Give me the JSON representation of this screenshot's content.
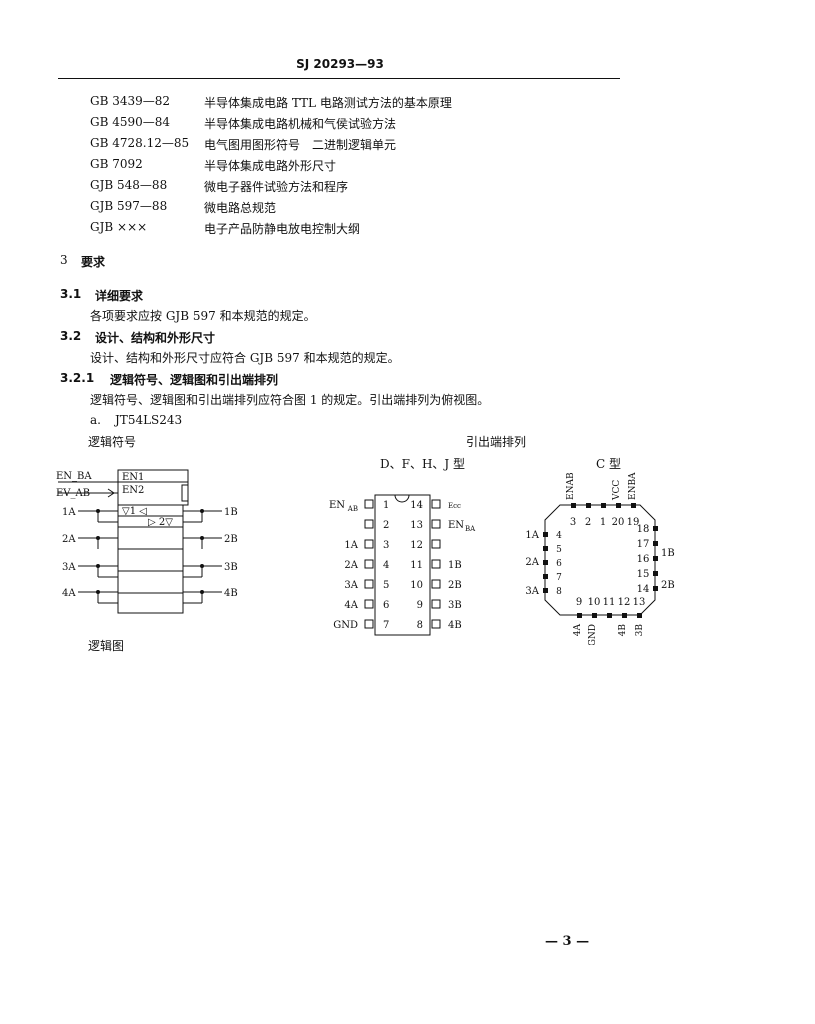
{
  "header": {
    "doc_number": "SJ 20293—93"
  },
  "references": [
    {
      "code": "GB 3439—82",
      "title": "半导体集成电路 TTL 电路测试方法的基本原理"
    },
    {
      "code": "GB 4590—84",
      "title": "半导体集成电路机械和气侯试验方法"
    },
    {
      "code": "GB 4728.12—85",
      "title": "电气图用图形符号　二进制逻辑单元"
    },
    {
      "code": "GB 7092",
      "title": "半导体集成电路外形尺寸"
    },
    {
      "code": "GJB 548—88",
      "title": "微电子器件试验方法和程序"
    },
    {
      "code": "GJB 597—88",
      "title": "微电路总规范"
    },
    {
      "code": "GJB ×××",
      "title": "电子产品防静电放电控制大纲"
    }
  ],
  "sections": {
    "s3": {
      "num": "3",
      "title": "要求"
    },
    "s31": {
      "num": "3.1",
      "title": "详细要求",
      "body": "各项要求应按 GJB 597 和本规范的规定。"
    },
    "s32": {
      "num": "3.2",
      "title": "设计、结构和外形尺寸",
      "body": "设计、结构和外形尺寸应符合 GJB 597 和本规范的规定。"
    },
    "s321": {
      "num": "3.2.1",
      "title": "逻辑符号、逻辑图和引出端排列",
      "body": "逻辑符号、逻辑图和引出端排列应符合图 1 的规定。引出端排列为俯视图。"
    },
    "item_a": {
      "label": "a.",
      "part": "JT54LS243"
    }
  },
  "figure": {
    "logic_symbol_label": "逻辑符号",
    "logic_diagram_label": "逻辑图",
    "pinout_title": "引出端排列",
    "dip_type_label": "D、F、H、J 型",
    "lcc_type_label": "C 型",
    "logic_symbol": {
      "inputs": [
        "EN_BA",
        "EV_AB"
      ],
      "boxes": [
        "EN1",
        "EN2",
        "▽1 ◁",
        "▷ 2▽"
      ],
      "a_pins": [
        "1A",
        "2A",
        "3A",
        "4A"
      ],
      "b_pins": [
        "1B",
        "2B",
        "3B",
        "4B"
      ]
    },
    "dip_left": [
      {
        "pin": "1",
        "name": "EN",
        "sub": "AB"
      },
      {
        "pin": "2",
        "name": "",
        "sub": ""
      },
      {
        "pin": "3",
        "name": "1A",
        "sub": ""
      },
      {
        "pin": "4",
        "name": "2A",
        "sub": ""
      },
      {
        "pin": "5",
        "name": "3A",
        "sub": ""
      },
      {
        "pin": "6",
        "name": "4A",
        "sub": ""
      },
      {
        "pin": "7",
        "name": "GND",
        "sub": ""
      }
    ],
    "dip_right": [
      {
        "pin": "14",
        "name": "Ecc",
        "sub": ""
      },
      {
        "pin": "13",
        "name": "EN",
        "sub": "BA"
      },
      {
        "pin": "12",
        "name": "",
        "sub": ""
      },
      {
        "pin": "11",
        "name": "1B",
        "sub": ""
      },
      {
        "pin": "10",
        "name": "2B",
        "sub": ""
      },
      {
        "pin": "9",
        "name": "3B",
        "sub": ""
      },
      {
        "pin": "8",
        "name": "4B",
        "sub": ""
      }
    ],
    "lcc": {
      "top_pins": [
        "3",
        "2",
        "1",
        "20",
        "19"
      ],
      "top_labels": [
        "EN",
        "V",
        "EN"
      ],
      "top_label_subs": [
        "AB",
        "CC",
        "BA"
      ],
      "left_pins": [
        "4",
        "5",
        "6",
        "7",
        "8"
      ],
      "left_labels": [
        "1A",
        "2A",
        "3A"
      ],
      "right_pins": [
        "18",
        "17",
        "16",
        "15",
        "14"
      ],
      "right_labels": [
        "1B",
        "2B"
      ],
      "bottom_pins": [
        "9",
        "10",
        "11",
        "12",
        "13"
      ],
      "bottom_labels": [
        "4A",
        "GND",
        "4B",
        "3B"
      ]
    }
  },
  "footer": {
    "page_number": "— 3 —"
  }
}
